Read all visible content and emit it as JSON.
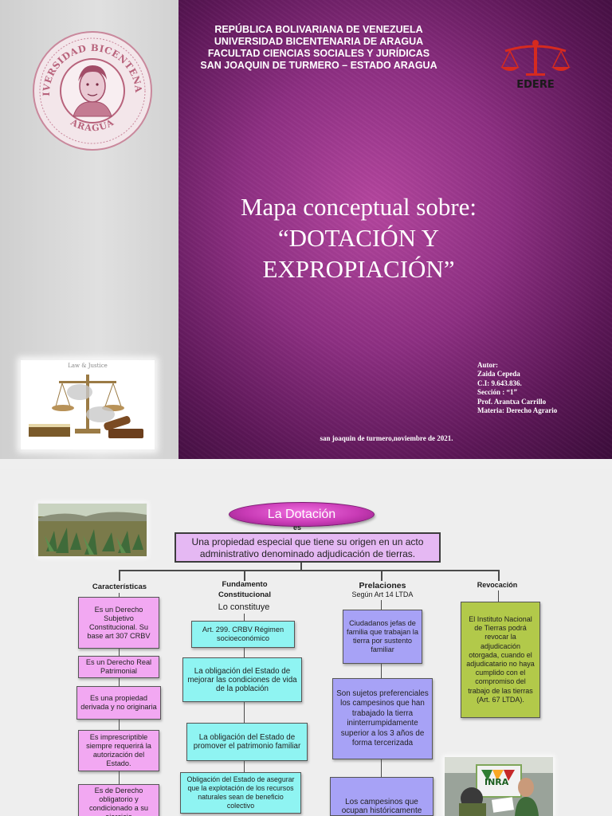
{
  "slide1": {
    "institution": {
      "line1": "REPÚBLICA BOLIVARIANA DE VENEZUELA",
      "line2": "UNIVERSIDAD BICENTENARIA DE ARAGUA",
      "line3": "FACULTAD CIENCIAS SOCIALES Y JURÍDICAS",
      "line4": "SAN JOAQUIN DE TURMERO – ESTADO ARAGUA"
    },
    "seal": {
      "arc_text": "UNIVERSIDAD BICENTENARIA",
      "bottom_text": "ARAGUA"
    },
    "logo": {
      "text": "EDERE",
      "color": "#d62a1f"
    },
    "law_image_title": "Law & Justice",
    "title": {
      "line1": "Mapa conceptual sobre:",
      "line2": "“DOTACIÓN Y",
      "line3": "EXPROPIACIÓN”"
    },
    "author": {
      "label": "Autor:",
      "name": "Zaida Cepeda",
      "ci": "C.I: 9.643.836.",
      "section": "Sección : “1”",
      "professor": "Prof.  Arantxa Carrillo",
      "subject": "Materia: Derecho Agrario"
    },
    "date": "san joaquin de turmero,noviembre de 2021."
  },
  "slide2": {
    "root": "La Dotación",
    "connector": "es",
    "definition": "Una propiedad especial que tiene su origen en un acto administrativo denominado adjudicación de tierras.",
    "columns": {
      "caracteristicas": {
        "heading": "Características",
        "items": [
          "Es un Derecho Subjetivo Constitucional. Su base art 307 CRBV",
          "Es un Derecho Real Patrimonial",
          "Es una propiedad derivada y no originaria",
          "Es imprescriptible siempre requerirá la autorización del Estado.",
          "Es de Derecho obligatorio y condicionado a su ejercicio"
        ]
      },
      "fundamento": {
        "heading_line1": "Fundamento",
        "heading_line2": "Constitucional",
        "sub": "Lo constituye",
        "items": [
          "Art. 299. CRBV Régimen socioeconómico",
          "La obligación del Estado de mejorar las condiciones de vida de la población",
          "La obligación del Estado de promover el patrimonio familiar",
          "Obligación del Estado de asegurar que la explotación de los recursos naturales sean de beneficio colectivo"
        ]
      },
      "prelaciones": {
        "heading": "Prelaciones",
        "sub": "Según Art 14 LTDA",
        "items": [
          "Ciudadanos jefas de familia que trabajan la tierra por sustento familiar",
          "Son sujetos preferenciales los campesinos que han trabajado la tierra ininterrumpidamente superior a los 3 años de forma tercerizada",
          "Los campesinos que ocupan históricamente"
        ]
      },
      "revocacion": {
        "heading": "Revocación",
        "items": [
          "El Instituto Nacional de Tierras podrá revocar la adjudicación otorgada, cuando el adjudicatario no haya cumplido con el compromiso del trabajo de las tierras (Art. 67 LTDA)."
        ]
      }
    },
    "photo_label": "INRA",
    "colors": {
      "pink": "#f2a8f2",
      "cyan": "#8ff4f2",
      "lavender": "#a7a2f6",
      "olive": "#b2c94a",
      "definition": "#e5b8f3",
      "root": "#c93bb6"
    }
  }
}
